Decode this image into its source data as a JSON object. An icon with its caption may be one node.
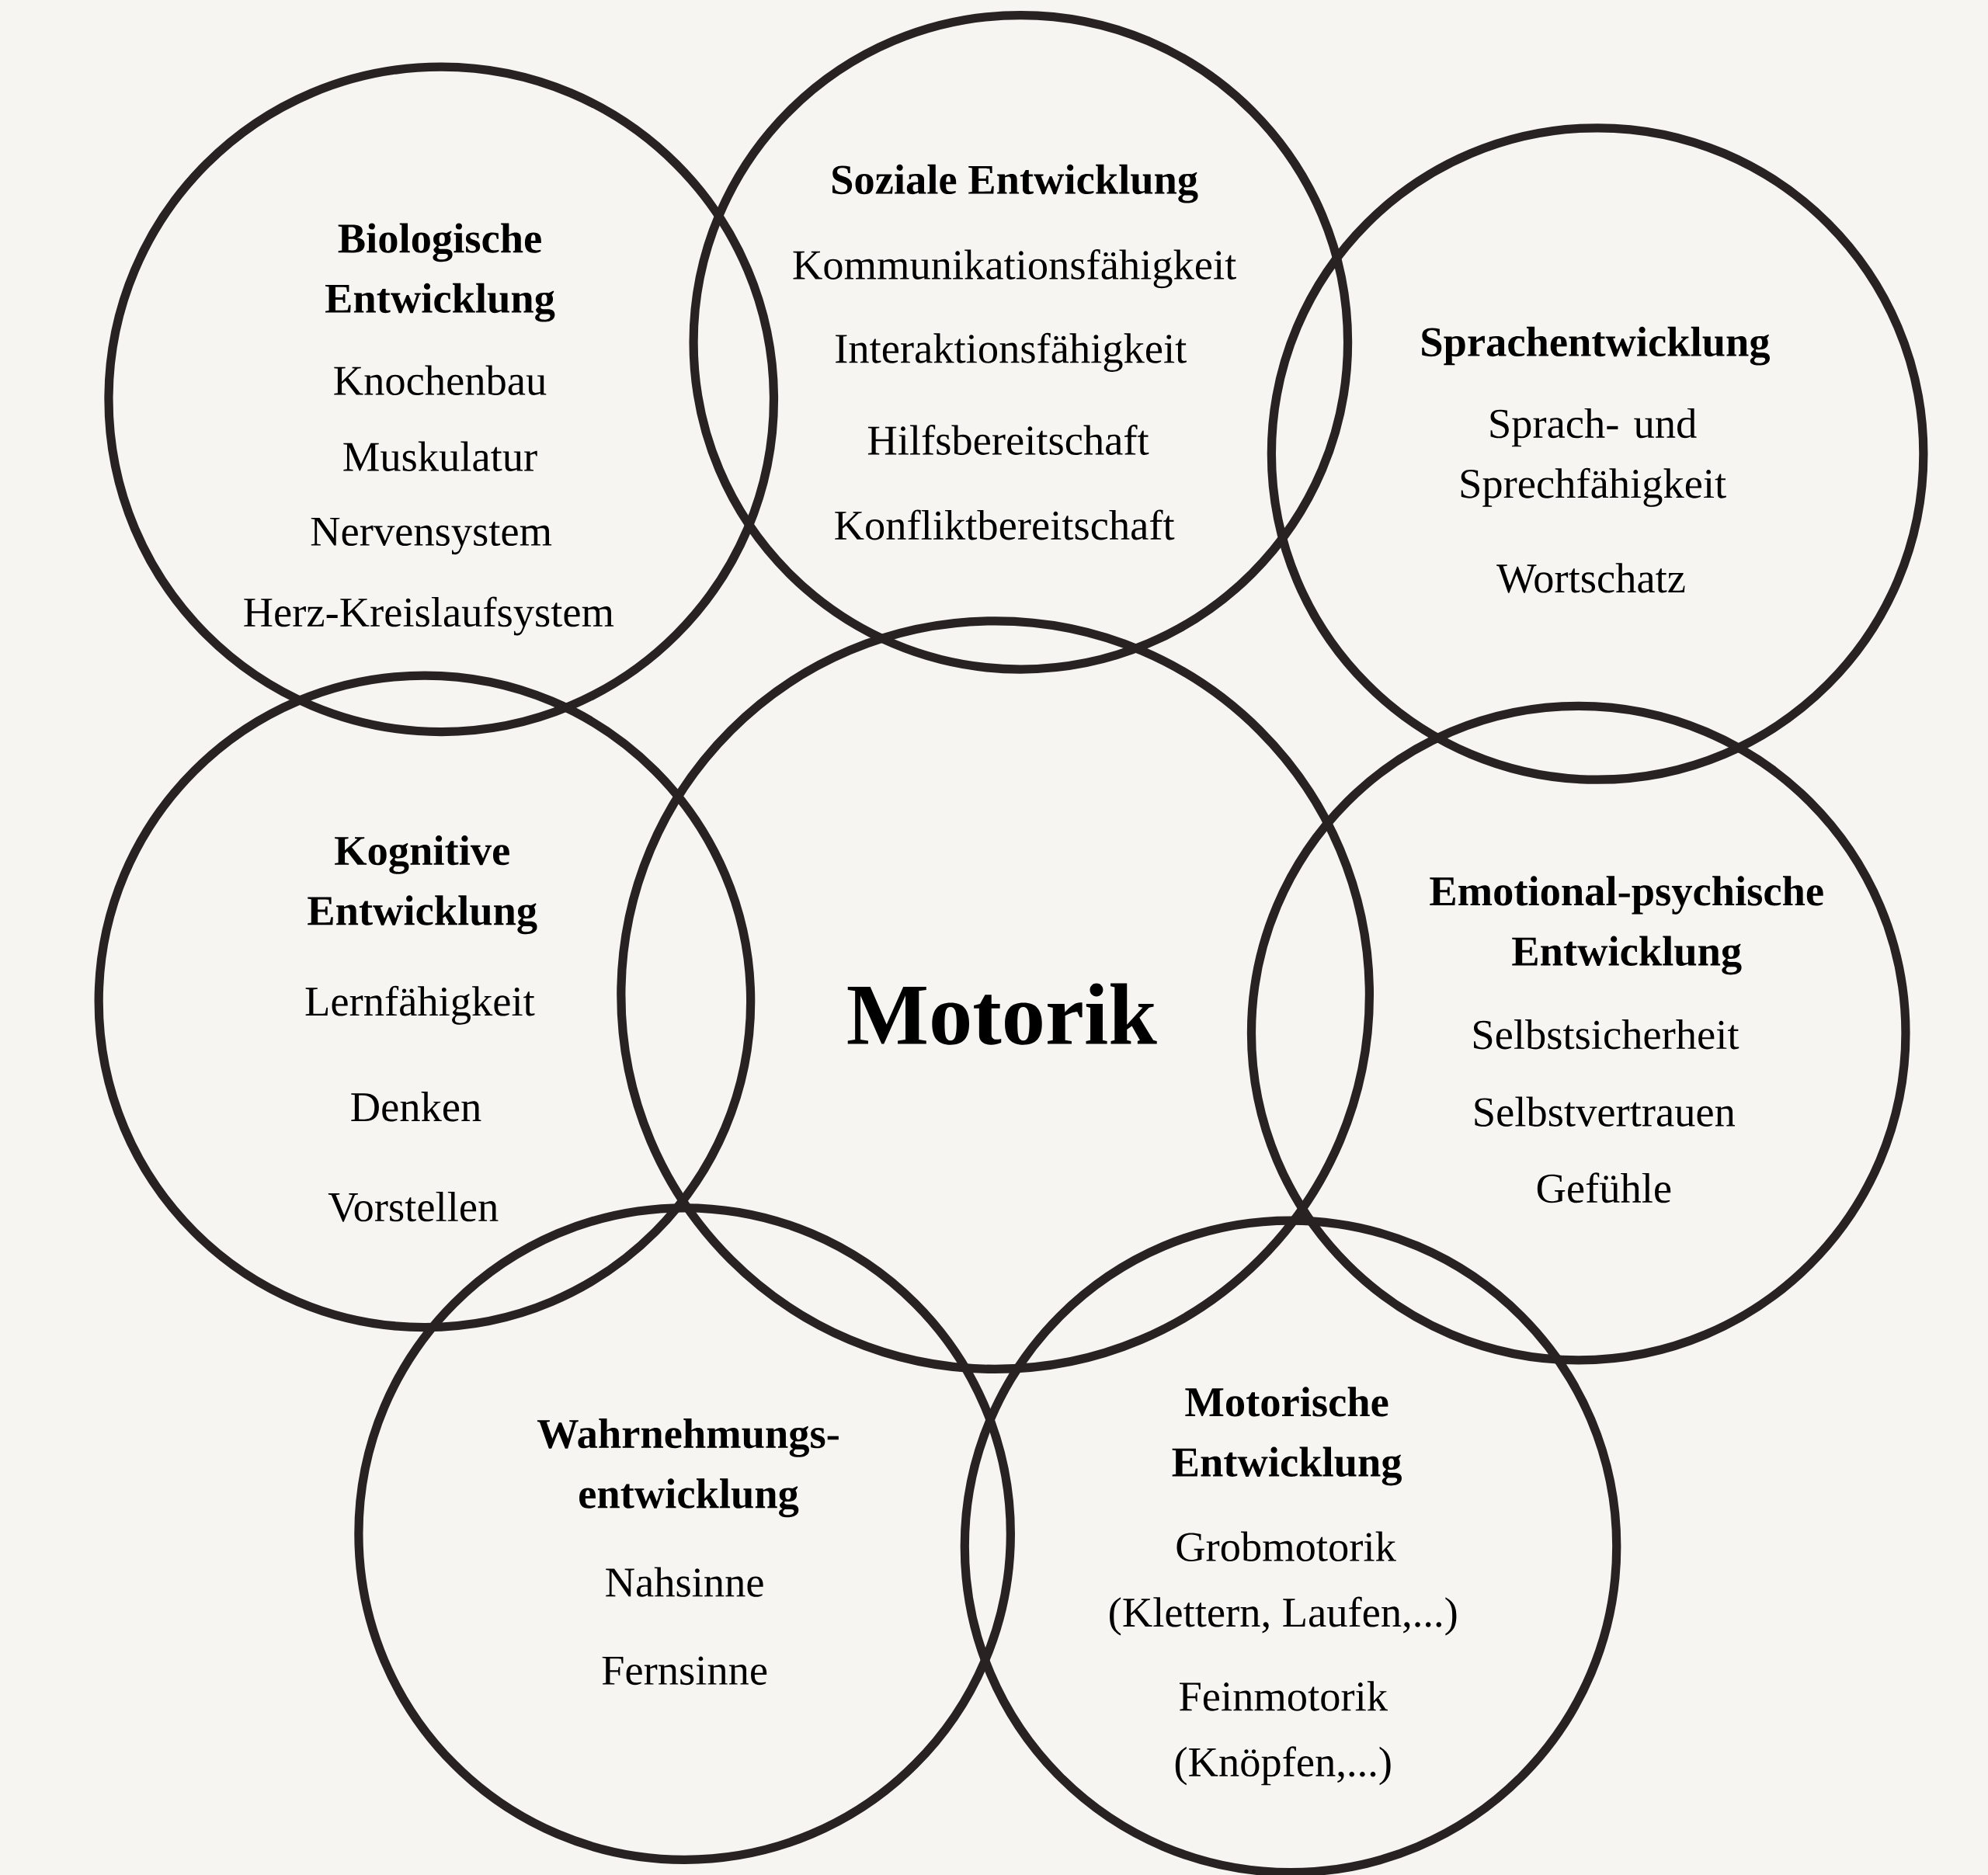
{
  "diagram": {
    "nodes": [
      {
        "text": [
          "Biologische Entwicklung",
          "Knochenbau",
          "Muskulatur",
          "Nervensystem",
          "Herz-Kreislaufsystem"
        ]
      },
      {
        "text": [
          "Soziale Entwicklung",
          "Kommunikationsfähigkeit",
          "Interaktionsfähigkeit",
          "Hilfsbereitschaft",
          "Konfliktbereitschaft"
        ]
      },
      {
        "text": [
          "Sprachentwicklung",
          "Sprach- und Sprechfähigkeit",
          "Wortschatz"
        ]
      },
      {
        "text": [
          "Kognitive Entwicklung",
          "Lernfähigkeit",
          "Denken",
          "Vorstellen"
        ]
      },
      {
        "text": [
          "Motorik"
        ]
      },
      {
        "text": [
          "Emotional-psychische Entwicklung",
          "Selbstsicherheit",
          "Selbstvertrauen",
          "Gefühle"
        ]
      },
      {
        "text": [
          "Wahrnehmungs-entwicklung",
          "Nahsinne",
          "Fernsinne"
        ]
      },
      {
        "text": [
          "Motorische Entwicklung",
          "Grobmotorik",
          "(Klettern, Laufen,...)",
          "Feinmotorik",
          "(Knöpfen,...)"
        ]
      }
    ],
    "edges": []
  }
}
